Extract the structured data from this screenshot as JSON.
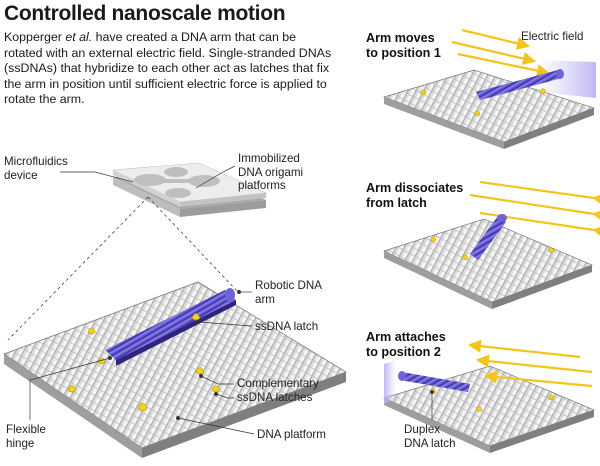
{
  "header": {
    "title": "Controlled nanoscale motion",
    "intro_part1": "Kopperger ",
    "intro_italic": "et al.",
    "intro_part2": " have created a DNA arm that can be rotated with an external electric field. Single-stranded DNAs (ssDNAs) that hybridize to each other act as latches that fix the arm in position until sufficient electric force is applied to rotate the arm."
  },
  "labels": {
    "microfluidics_line1": "Microfluidics",
    "microfluidics_line2": "device",
    "origami_line1": "Immobilized",
    "origami_line2": "DNA origami",
    "origami_line3": "platforms",
    "robotic_arm_line1": "Robotic DNA",
    "robotic_arm_line2": "arm",
    "ssdna_latch": "ssDNA latch",
    "complementary_line1": "Complementary",
    "complementary_line2": "ssDNA latches",
    "flexible_line1": "Flexible",
    "flexible_line2": "hinge",
    "dna_platform": "DNA platform"
  },
  "steps": [
    {
      "line1": "Arm moves",
      "line2": "to position 1"
    },
    {
      "line1": "Arm dissociates",
      "line2": "from latch"
    },
    {
      "line1": "Arm attaches",
      "line2": "to position 2"
    }
  ],
  "side_labels": {
    "electric_field": "Electric field",
    "duplex_line1": "Duplex",
    "duplex_line2": "DNA latch"
  },
  "colors": {
    "arm": "#5a4fc8",
    "arm_dark": "#3a2f9e",
    "latch": "#f2d31b",
    "field_arrow": "#f3c419",
    "platform": "#d6d6d6",
    "platform_dark": "#8f8f8f",
    "device": "#e4e4e4"
  }
}
